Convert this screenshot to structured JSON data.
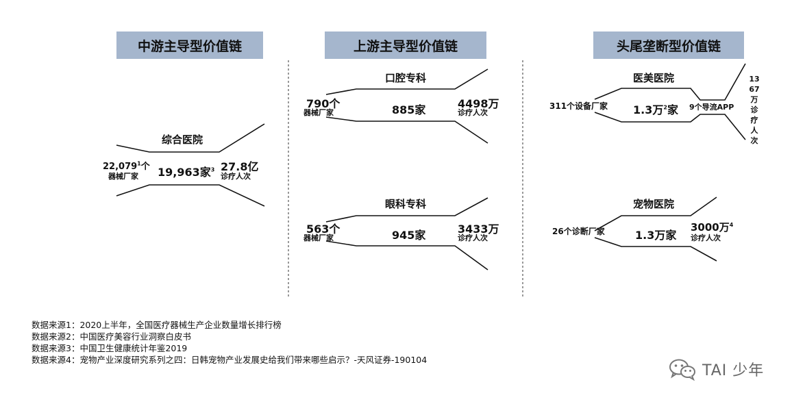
{
  "headers": {
    "midstream": "中游主导型价值链",
    "upstream": "上游主导型价值链",
    "head_tail": "头尾垄断型价值链"
  },
  "general_hospital": {
    "title": "综合医院",
    "left_num": "22,079",
    "left_sup": "1",
    "left_unit": "个",
    "left_label": "器械厂家",
    "center": "19,963家",
    "center_sup": "3",
    "right_num": "27.8亿",
    "right_label": "诊疗人次"
  },
  "oral": {
    "title": "口腔专科",
    "left_num": "790个",
    "left_label": "器械厂家",
    "center": "885家",
    "right_num": "4498万",
    "right_label": "诊疗人次"
  },
  "eye": {
    "title": "眼科专科",
    "left_num": "563个",
    "left_label": "器械厂家",
    "center": "945家",
    "right_num": "3433万",
    "right_label": "诊疗人次"
  },
  "aesthetic": {
    "title": "医美医院",
    "left": "311个设备厂家",
    "center": "1.3万",
    "center_sup": "2",
    "center_unit": "家",
    "mid_right": "9个导流APP",
    "right_vertical": "1367万诊疗人次"
  },
  "pet": {
    "title": "宠物医院",
    "left": "26个诊断厂家",
    "center": "1.3万家",
    "right_num": "3000万",
    "right_sup": "4",
    "right_label": "诊疗人次"
  },
  "sources": [
    "数据来源1：2020上半年，全国医疗器械生产企业数量增长排行榜",
    "数据来源2：中国医疗美容行业洞察白皮书",
    "数据来源3：中国卫生健康统计年鉴2019",
    "数据来源4：宠物产业深度研究系列之四：日韩宠物产业发展史给我们带来哪些启示？-天风证券-190104"
  ],
  "watermark": "TAI 少年"
}
